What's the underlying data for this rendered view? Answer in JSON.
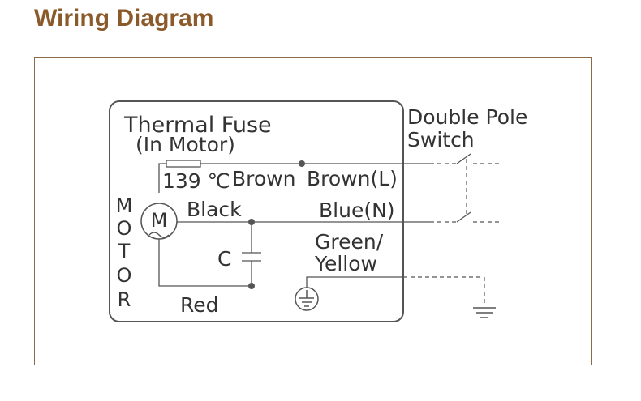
{
  "page": {
    "title": "Wiring Diagram"
  },
  "diagram": {
    "labels": {
      "thermal_fuse": "Thermal Fuse",
      "in_motor": "(In Motor)",
      "temperature": "139 ℃",
      "brown_inner": "Brown",
      "brown_l": "Brown(L)",
      "black": "Black",
      "blue_n": "Blue(N)",
      "capacitor": "C",
      "green": "Green/",
      "yellow": "Yellow",
      "red": "Red",
      "switch_line1": "Double Pole",
      "switch_line2": "Switch",
      "motor_symbol": "M",
      "motor_vertical": [
        "M",
        "O",
        "T",
        "O",
        "R"
      ]
    },
    "colors": {
      "title": "#8b5a2b",
      "frame": "#8b6b4a",
      "line": "#555555",
      "text": "#333333"
    }
  }
}
